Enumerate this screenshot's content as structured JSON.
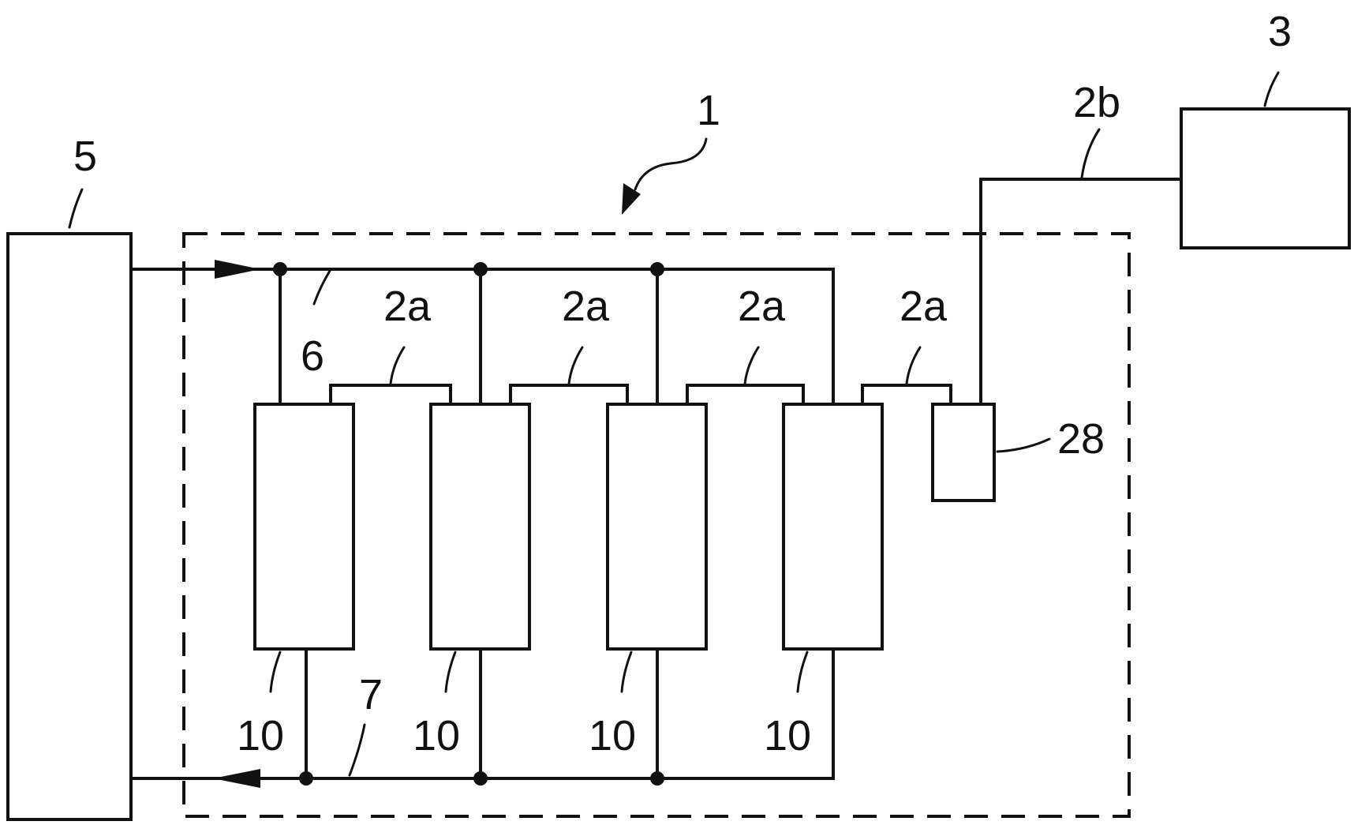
{
  "diagram": {
    "reference_numerals": {
      "system": "1",
      "module_connection": "2a",
      "external_connection": "2b",
      "external_unit": "3",
      "main_unit": "5",
      "supply_line": "6",
      "return_line": "7",
      "module": "10",
      "connector": "28"
    },
    "modules": [
      {
        "label": "10"
      },
      {
        "label": "10"
      },
      {
        "label": "10"
      },
      {
        "label": "10"
      }
    ],
    "module_connections": [
      {
        "label": "2a"
      },
      {
        "label": "2a"
      },
      {
        "label": "2a"
      },
      {
        "label": "2a"
      }
    ]
  }
}
